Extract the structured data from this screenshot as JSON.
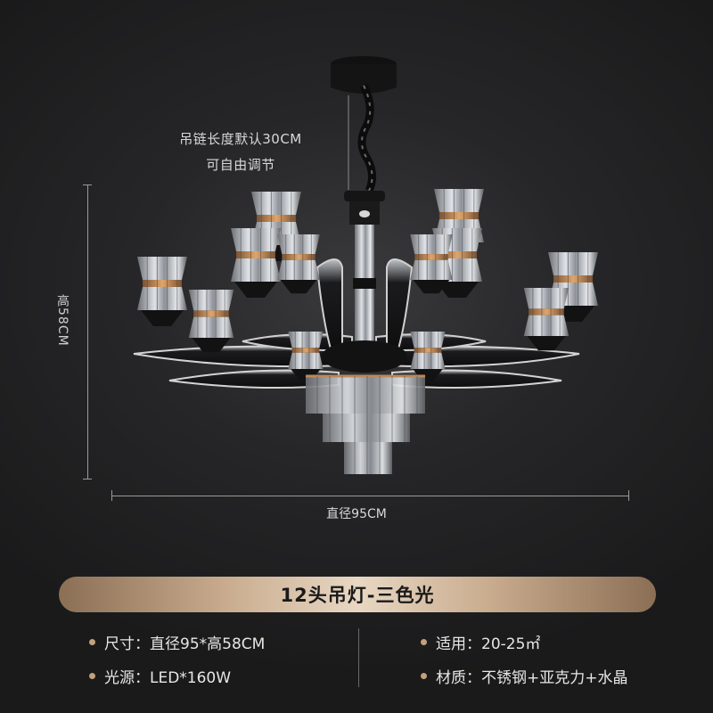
{
  "annotations": {
    "chain_line1": "吊链长度默认30CM",
    "chain_line2": "可自由调节",
    "height": "高58CM",
    "width": "直径95CM"
  },
  "product": {
    "title": "12头吊灯-三色光",
    "specs": {
      "size": "尺寸：直径95*高58CM",
      "area": "适用：20-25㎡",
      "light": "光源：LED*160W",
      "material": "材质：不锈钢+亚克力+水晶"
    }
  },
  "colors": {
    "background": "#262628",
    "accent_gold": "#c3a17b"
  }
}
